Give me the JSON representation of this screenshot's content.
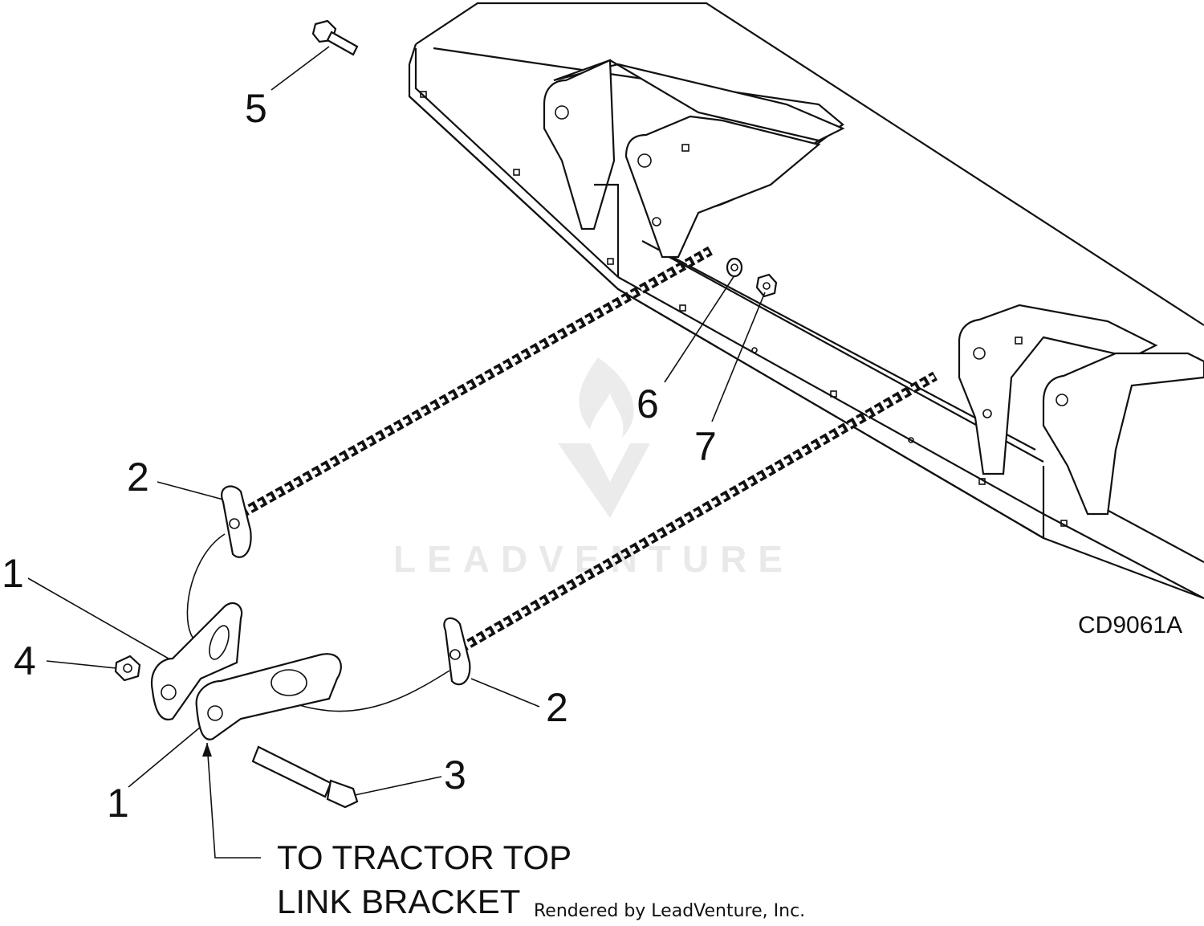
{
  "diagram": {
    "callouts": {
      "c1a": "1",
      "c1b": "1",
      "c2a": "2",
      "c2b": "2",
      "c3": "3",
      "c4": "4",
      "c5": "5",
      "c6": "6",
      "c7": "7"
    },
    "caption_line1": "TO TRACTOR TOP",
    "caption_line2": "LINK BRACKET",
    "figure_code": "CD9061A",
    "credit": "Rendered by LeadVenture, Inc.",
    "watermark": "LEADVENTURE"
  }
}
